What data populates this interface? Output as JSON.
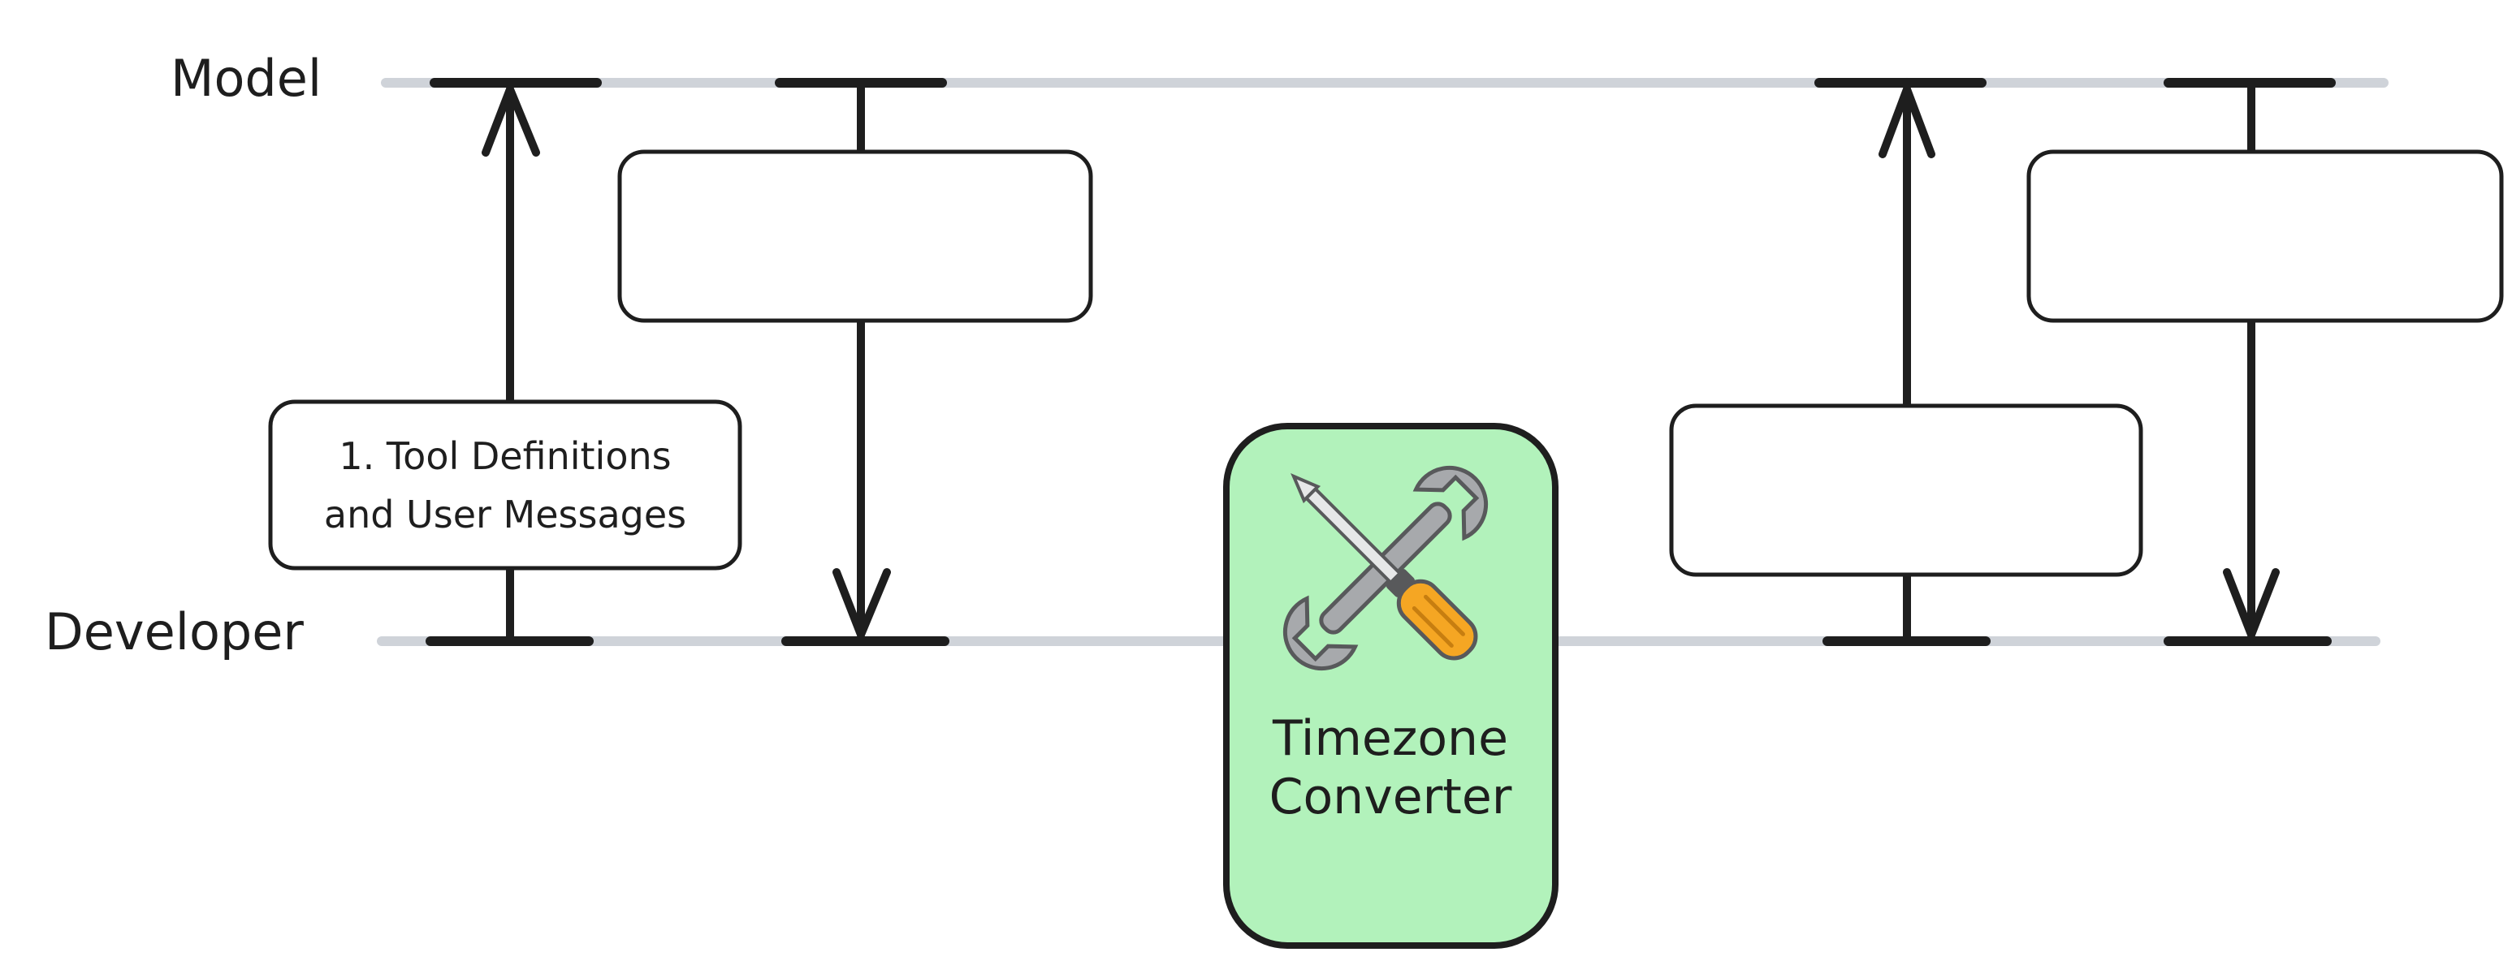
{
  "lanes": {
    "model": "Model",
    "developer": "Developer"
  },
  "steps": {
    "step1": {
      "line1": "1. Tool Definitions",
      "line2": "and User Messages"
    },
    "step2": {
      "line1": "",
      "line2": ""
    },
    "step3": {
      "line1": "",
      "line2": ""
    },
    "step4": {
      "line1": "",
      "line2": ""
    }
  },
  "tool": {
    "name_line1": "Timezone",
    "name_line2": "Converter",
    "icon": "wrench-screwdriver-icon"
  },
  "colors": {
    "lane_line": "#cfd3d9",
    "stroke": "#1e1e1e",
    "tool_fill": "#b2f2bb",
    "screwdriver_handle": "#f5a623"
  }
}
